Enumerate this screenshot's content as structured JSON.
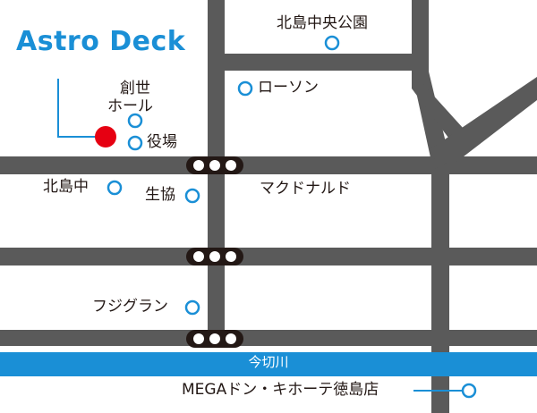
{
  "brand": {
    "name": "Astro Deck",
    "color": "#1a8fd6"
  },
  "colors": {
    "road": "#5a5a5a",
    "road_outline": "#231815",
    "river": "#1a8fd6",
    "marker": "#1a8fd6",
    "venue": "#e60012",
    "text": "#231815"
  },
  "river": {
    "name": "今切川"
  },
  "labels": {
    "sousei_hall_line1": "創世",
    "sousei_hall_line2": "ホール",
    "yakuba": "役場",
    "kitajima_chuo_park": "北島中央公園",
    "lawson": "ローソン",
    "kitajima_jhs": "北島中",
    "seikyo": "生協",
    "mcdonalds": "マクドナルド",
    "fuji_grand": "フジグラン",
    "mega_donki": "MEGAドン・キホーテ徳島店"
  }
}
